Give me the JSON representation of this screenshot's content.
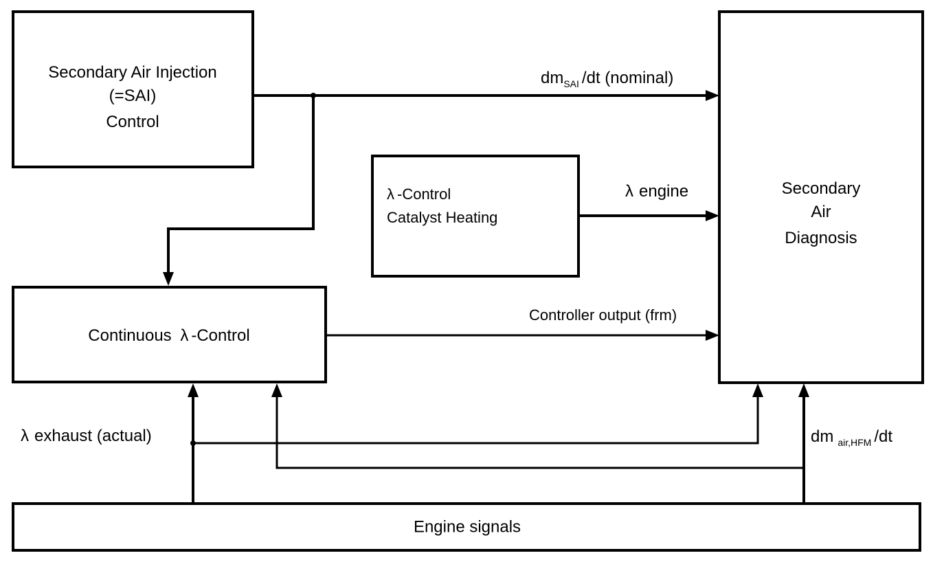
{
  "blocks": {
    "sai_control": {
      "lines": [
        "Secondary Air Injection",
        "(=SAI)",
        "Control"
      ]
    },
    "lambda_heating": {
      "line1_symbol": "λ",
      "line1_text": "-Control",
      "line2": "Catalyst Heating"
    },
    "continuous_lambda": {
      "prefix": "Continuous ",
      "symbol": "λ",
      "suffix": "-Control"
    },
    "sa_diagnosis": {
      "lines": [
        "Secondary",
        "Air",
        "Diagnosis"
      ]
    },
    "engine_signals": {
      "label": "Engine signals"
    }
  },
  "signals": {
    "dm_sai": {
      "main": "dm",
      "sub": "SAI",
      "rest": "/dt (nominal)"
    },
    "lambda_engine": {
      "symbol": "λ",
      "text": "engine"
    },
    "controller_output": {
      "text": "Controller output (frm)"
    },
    "lambda_exhaust": {
      "symbol": "λ",
      "text": "exhaust (actual)"
    },
    "dm_air_hfm": {
      "main": "dm",
      "sub": "air,HFM",
      "rest": "/dt"
    }
  }
}
